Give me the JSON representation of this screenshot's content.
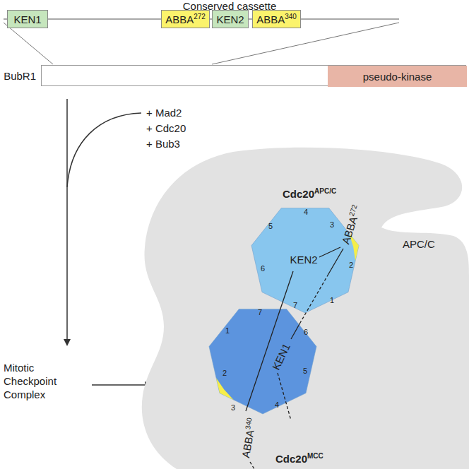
{
  "diagram": {
    "nodes": [
      {
        "text": [
          "KEN1"
        ]
      },
      {
        "text": [
          "ABBA",
          "272"
        ]
      },
      {
        "text": [
          "KEN2"
        ]
      },
      {
        "text": [
          "ABBA",
          "340"
        ]
      },
      {
        "text": [
          "BubR1"
        ]
      },
      {
        "text": [
          "pseudo-kinase"
        ],
        "in": 4
      },
      {
        "text": [
          "APC/C"
        ]
      },
      {
        "text": [
          "Cdc20",
          "APC/C"
        ],
        "in": 6
      },
      {
        "text": [
          "Cdc20",
          "MCC"
        ],
        "in": 6
      }
    ],
    "labels": [
      "Conserved cassette",
      "+ Mad2",
      "+ Cdc20",
      "+ Bub3",
      "Mitotic Checkpoint Complex",
      "KEN2",
      "ABBA",
      "272",
      "KEN1",
      "ABBA",
      "340",
      "1",
      "2",
      "3",
      "4",
      "5",
      "6",
      "7",
      "1",
      "2",
      "3",
      "4",
      "5",
      "6",
      "7"
    ]
  }
}
